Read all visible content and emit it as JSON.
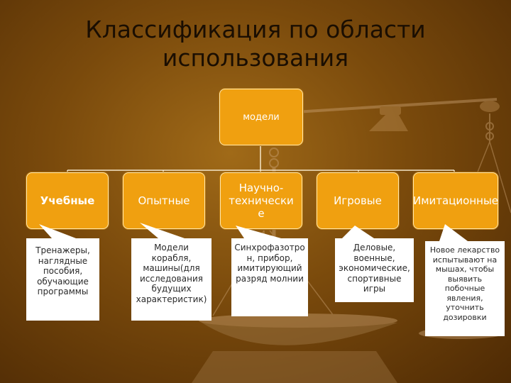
{
  "title": {
    "line1": "Классификация по области",
    "line2": "использования"
  },
  "root": {
    "label": "модели"
  },
  "categories": [
    {
      "label": "Учебные",
      "bold": true,
      "description": "Тренажеры, наглядные пособия, обучающие программы"
    },
    {
      "label": "Опытные",
      "bold": false,
      "description": "Модели корабля, машины(для исследования будущих характеристик)"
    },
    {
      "label": "Научно-технические",
      "bold": false,
      "description": "Синхрофазотрон, прибор, имитирующий разряд молнии"
    },
    {
      "label": "Игровые",
      "bold": false,
      "description": "Деловые, военные, экономические, спортивные игры"
    },
    {
      "label": "Имитационные",
      "bold": false,
      "description": "Новое лекарство испытывают на мышах, чтобы выявить побочные явления, уточнить дозировки"
    }
  ],
  "colors": {
    "box_fill": "#f0a010",
    "box_border": "#ffe8b0",
    "callout_fill": "#ffffff",
    "background": "#7a4a0c"
  }
}
